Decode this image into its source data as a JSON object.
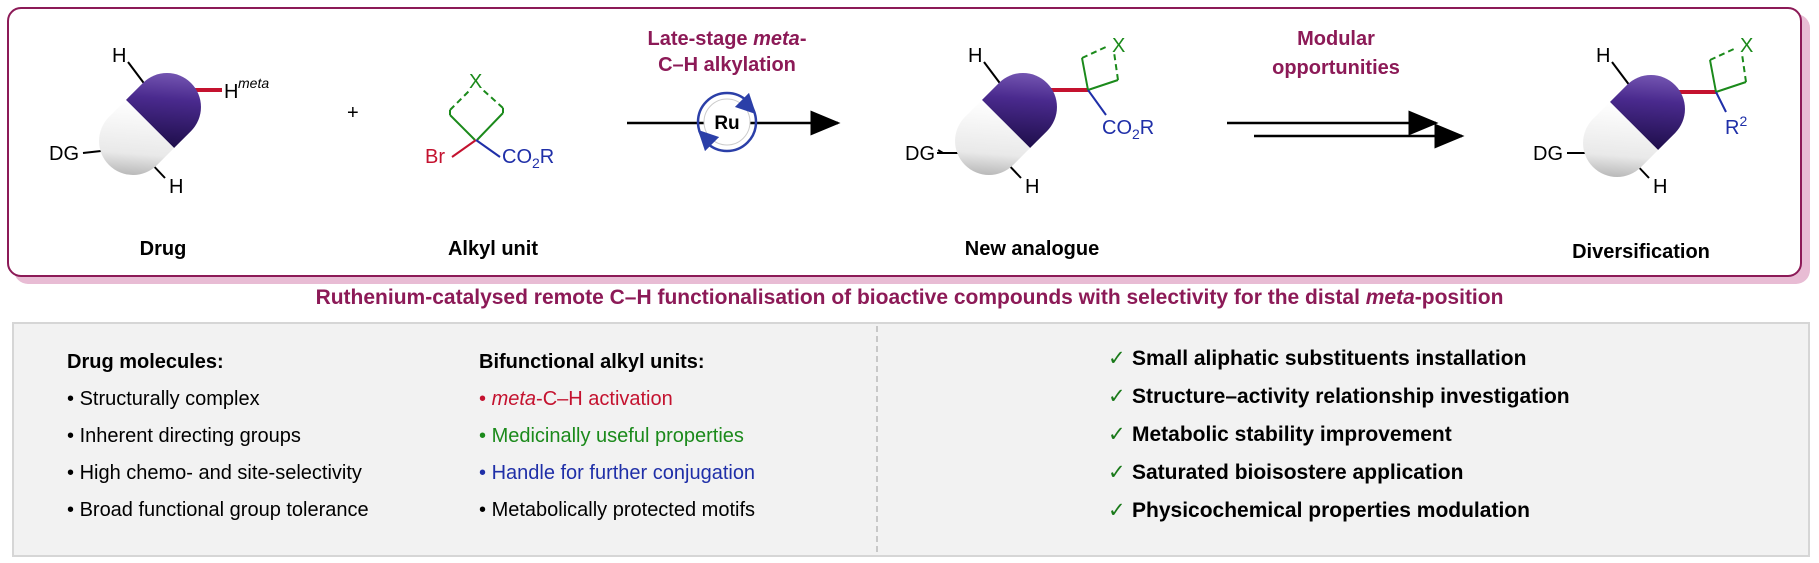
{
  "scheme": {
    "reagent_step": {
      "line1_prefix": "Late-stage ",
      "line1_italic": "meta",
      "line1_suffix": "-",
      "line2": "C–H alkylation"
    },
    "modular_step": {
      "line1": "Modular",
      "line2": "opportunities"
    },
    "catalyst": "Ru",
    "plus": "+",
    "atoms": {
      "H": "H",
      "meta_sup": "meta",
      "DG": "DG",
      "X": "X",
      "Br": "Br",
      "CO": "CO",
      "sub2": "2",
      "R": "R",
      "R2_sub": "2"
    },
    "labels": {
      "drug": "Drug",
      "alkyl_unit": "Alkyl unit",
      "new_analogue": "New analogue",
      "diversification": "Diversification"
    }
  },
  "caption": {
    "prefix": "Ruthenium-catalysed remote C–H functionalisation of bioactive compounds with selectivity for the distal ",
    "italic": "meta",
    "suffix": "-position"
  },
  "drug_molecules": {
    "heading": "Drug molecules:",
    "items": [
      "Structurally complex",
      "Inherent directing groups",
      "High chemo- and site-selectivity",
      "Broad functional group tolerance"
    ]
  },
  "alkyl_units": {
    "heading": "Bifunctional alkyl units:",
    "item1_italic": "meta",
    "item1_rest": "-C–H activation",
    "item2": "Medicinally useful properties",
    "item3": "Handle for further conjugation",
    "item4": "Metabolically protected motifs"
  },
  "bullet": "• ",
  "check": "✓",
  "benefits": [
    "Small aliphatic substituents installation",
    "Structure–activity relationship investigation",
    "Metabolic stability improvement",
    "Saturated bioisostere application",
    "Physicochemical properties modulation"
  ],
  "colors": {
    "frame": "#8c1a57",
    "pill_dark": "#3d1f7a",
    "bond_red": "#c4122f",
    "ring_green": "#1b8a1b",
    "ester_blue": "#1f2fa8",
    "arrow_blue": "#2b3fa8"
  }
}
